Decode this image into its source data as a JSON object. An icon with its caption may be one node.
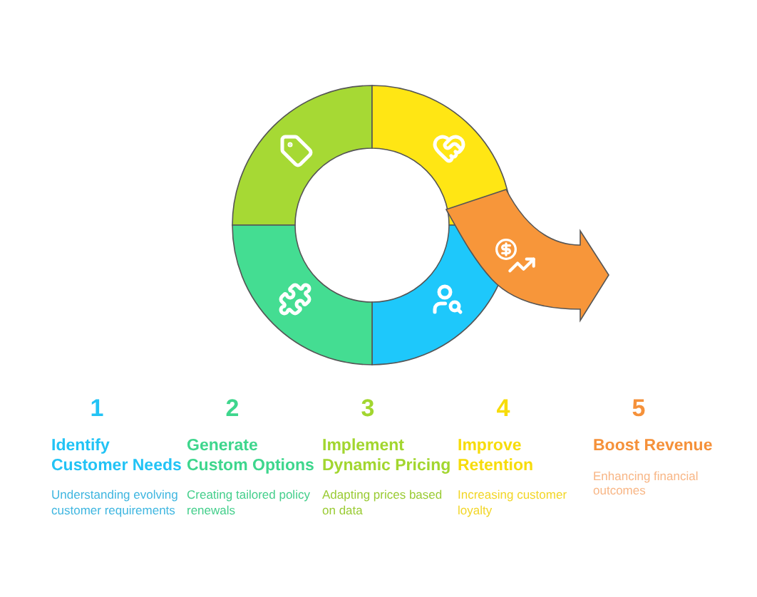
{
  "diagram": {
    "labels": [
      "1",
      "Identify Customer Needs",
      "Understanding evolving customer requirements",
      "2",
      "Generate Custom Options",
      "Creating tailored policy renewals",
      "3",
      "Implement Dynamic Pricing",
      "Adapting prices based on data",
      "4",
      "Improve Retention",
      "Increasing customer loyalty",
      "5",
      "Boost Revenue",
      "Enhancing financial outcomes"
    ]
  }
}
